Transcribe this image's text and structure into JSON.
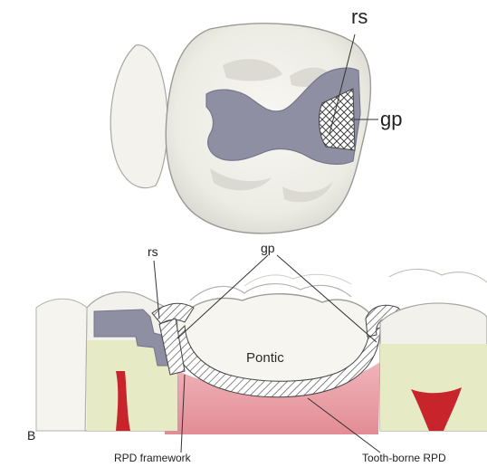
{
  "figure": {
    "top_labels": {
      "rs": "rs",
      "gp": "gp"
    },
    "bottom_labels": {
      "panel": "B",
      "rs": "rs",
      "gp": "gp",
      "pontic": "Pontic",
      "rpd_framework": "RPD framework",
      "tooth_borne_rpd": "Tooth-borne RPD"
    },
    "colors": {
      "tooth_enamel": "#f1f0ea",
      "tooth_outline": "#9a9a95",
      "restoration": "#8e8fa3",
      "root_dentin": "#e6ebc6",
      "pulp": "#c8242c",
      "gingiva": "#e8a0a8",
      "hatch": "#555555"
    }
  }
}
